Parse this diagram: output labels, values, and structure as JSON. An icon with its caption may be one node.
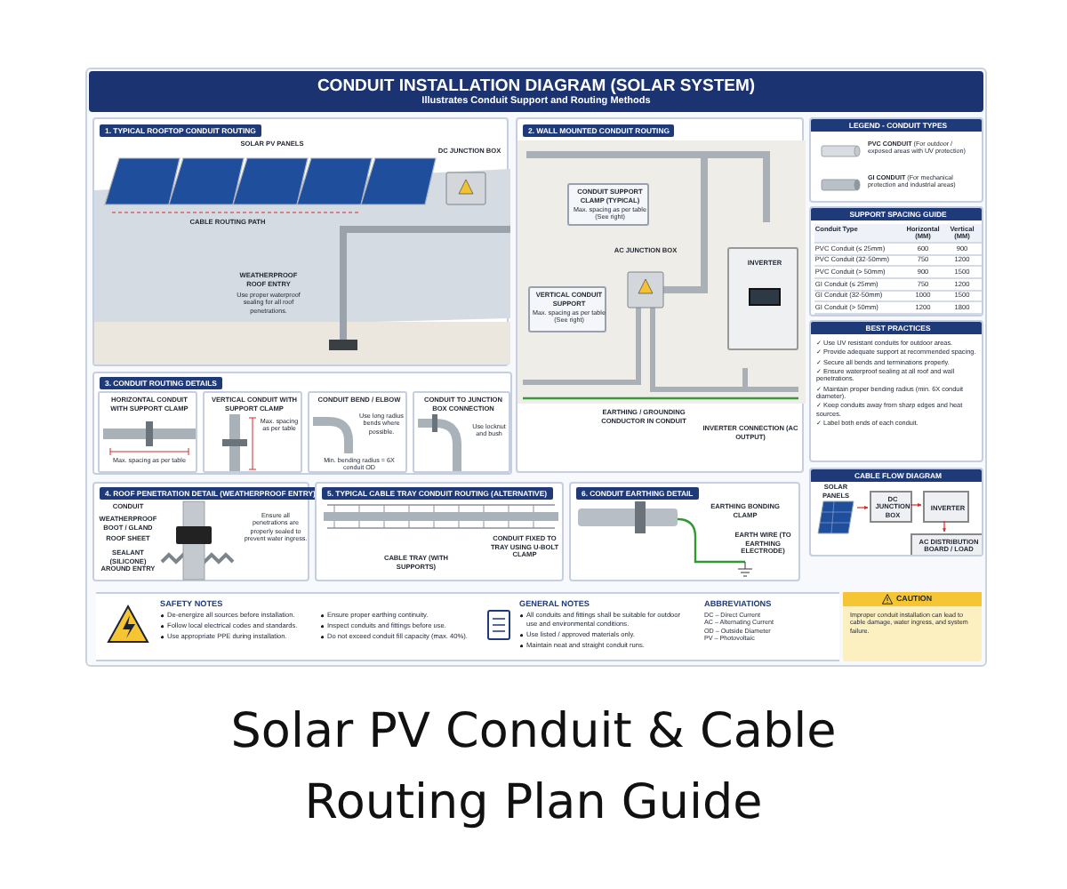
{
  "diagram": {
    "title": "CONDUIT INSTALLATION DIAGRAM (SOLAR SYSTEM)",
    "caption": "Solar PV Conduit & Cable Routing Plan Guide",
    "nodes": [
      {
        "text": [
          "1. TYPICAL ROOFTOP CONDUIT ROUTING",
          "SOLAR PV PANELS",
          "DC JUNCTION BOX",
          "CABLE ROUTING PATH",
          "WEATHERPROOF ROOF ENTRY",
          "Use proper waterproof sealing for all roof penetrations."
        ]
      },
      {
        "text": [
          "2. WALL MOUNTED CONDUIT ROUTING",
          "AC JUNCTION BOX",
          "EARTHING / GROUNDING CONDUCTOR IN CONDUIT",
          "INVERTER CONNECTION (AC OUTPUT)"
        ]
      },
      {
        "text": [
          "CONDUIT SUPPORT CLAMP (TYPICAL)",
          "Max. spacing as per table (See right)"
        ],
        "in": 1
      },
      {
        "text": [
          "VERTICAL CONDUIT SUPPORT",
          "Max. spacing as per table (See right)"
        ],
        "in": 1
      },
      {
        "text": [
          "INVERTER"
        ],
        "in": 1
      },
      {
        "text": [
          "LEGEND - CONDUIT TYPES"
        ]
      },
      {
        "text": [
          "SUPPORT SPACING GUIDE"
        ]
      },
      {
        "text": [
          "BEST PRACTICES",
          "✓ Use UV resistant conduits for outdoor areas.",
          "✓ Provide adequate support at recommended spacing.",
          "✓ Secure all bends and terminations properly.",
          "✓ Ensure waterproof sealing at all roof and wall penetrations.",
          "✓ Maintain proper bending radius (min. 6X conduit diameter).",
          "✓ Keep conduits away from sharp edges and heat sources.",
          "✓ Label both ends of each conduit."
        ]
      },
      {
        "text": [
          "CABLE FLOW DIAGRAM"
        ]
      },
      {
        "text": [
          "SOLAR PANELS"
        ],
        "in": 8
      },
      {
        "text": [
          "DC JUNCTION BOX"
        ],
        "in": 8
      },
      {
        "text": [
          "INVERTER"
        ],
        "in": 8
      },
      {
        "text": [
          "AC DISTRIBUTION BOARD / LOAD"
        ],
        "in": 8
      },
      {
        "text": [
          "3. CONDUIT ROUTING DETAILS"
        ]
      },
      {
        "text": [
          "HORIZONTAL CONDUIT WITH SUPPORT CLAMP",
          "Max. spacing as per table"
        ],
        "in": 13
      },
      {
        "text": [
          "VERTICAL CONDUIT WITH SUPPORT CLAMP",
          "Max. spacing as per table"
        ],
        "in": 13
      },
      {
        "text": [
          "CONDUIT BEND / ELBOW",
          "Use long radius bends where possible.",
          "Min. bending radius = 6X conduit OD"
        ],
        "in": 13
      },
      {
        "text": [
          "CONDUIT TO JUNCTION BOX CONNECTION",
          "Use locknut and bush"
        ],
        "in": 13
      },
      {
        "text": [
          "4. ROOF PENETRATION DETAIL (WEATHERPROOF ENTRY)",
          "CONDUIT",
          "WEATHERPROOF BOOT / GLAND",
          "ROOF SHEET",
          "SEALANT (SILICONE) AROUND ENTRY",
          "Ensure all penetrations are properly sealed to prevent water ingress."
        ]
      },
      {
        "text": [
          "5. TYPICAL CABLE TRAY CONDUIT ROUTING (ALTERNATIVE)",
          "CONDUIT FIXED TO TRAY USING U-BOLT CLAMP",
          "CABLE TRAY (WITH SUPPORTS)"
        ]
      },
      {
        "text": [
          "6. CONDUIT EARTHING DETAIL",
          "EARTHING BONDING CLAMP",
          "EARTH WIRE (TO EARTHING ELECTRODE)"
        ]
      },
      {
        "text": [
          "SAFETY NOTES",
          "De-energize all sources before installation.",
          "Follow local electrical codes and standards.",
          "Use appropriate PPE during installation.",
          "Ensure proper earthing continuity.",
          "Inspect conduits and fittings before use.",
          "Do not exceed conduit fill capacity (max. 40%)."
        ]
      },
      {
        "text": [
          "GENERAL NOTES",
          "All conduits and fittings shall be suitable for outdoor use and environmental conditions.",
          "Use listed / approved materials only.",
          "Maintain neat and straight conduit runs."
        ]
      },
      {
        "text": [
          "ABBREVIATIONS",
          "DC – Direct Current",
          "AC – Alternating Current",
          "OD – Outside Diameter",
          "PV – Photovoltaic"
        ]
      },
      {
        "text": [
          "CAUTION",
          "Improper conduit installation can lead to cable damage, water ingress, and system failure."
        ]
      }
    ],
    "edges": [
      {
        "from": 9,
        "to": 10,
        "arrow": "to"
      },
      {
        "from": 10,
        "to": 11,
        "arrow": "to"
      },
      {
        "from": 11,
        "to": 12,
        "arrow": "to"
      }
    ],
    "labels": [
      "Illustrates Conduit Support and Routing Methods",
      "Conduit Type",
      "Horizontal (MM)",
      "Vertical (MM)",
      "PVC Conduit (≤ 25mm)",
      "600",
      "900",
      "PVC Conduit (32-50mm)",
      "750",
      "1200",
      "PVC Conduit (> 50mm)",
      "900",
      "1500",
      "GI Conduit (≤ 25mm)",
      "750",
      "1200",
      "GI Conduit (32-50mm)",
      "1000",
      "1500",
      "GI Conduit (> 50mm)",
      "1200",
      "1800"
    ],
    "legend": [
      {
        "text": "**PVC CONDUIT** (For outdoor / exposed areas with UV protection)"
      },
      {
        "text": "**GI CONDUIT** (For mechanical protection and industrial areas)"
      }
    ]
  }
}
